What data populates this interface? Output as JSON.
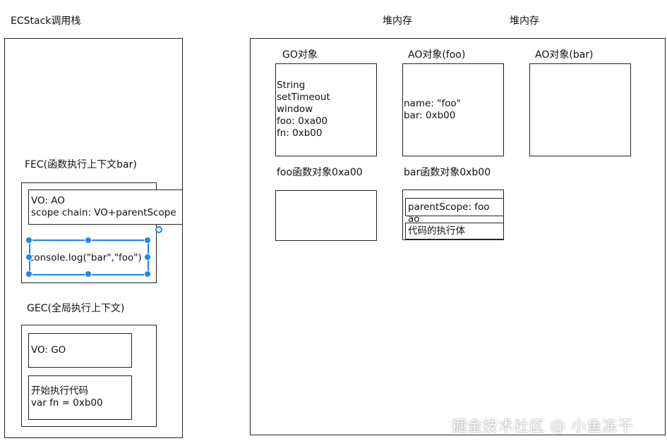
{
  "labels": {
    "ecstack": "ECStack调用栈",
    "heap1": "堆内存",
    "heap2": "堆内存",
    "go": "GO对象",
    "ao_foo": "AO对象(foo)",
    "ao_bar": "AO对象(bar)",
    "foo_fn": "foo函数对象0xa00",
    "bar_fn": "bar函数对象0xb00",
    "fec": "FEC(函数执行上下文bar)",
    "gec": "GEC(全局执行上下文)"
  },
  "go_box": {
    "content": "String\nsetTimeout\nwindow\nfoo: 0xa00\nfn: 0xb00"
  },
  "ao_foo_box": {
    "content": "name: \"foo\"\nbar: 0xb00"
  },
  "bar_fn_box": {
    "parent_scope": "parentScope: foo ao",
    "body": "代码的执行体"
  },
  "fec_box": {
    "vo_line1": "VO: AO",
    "vo_line2": "scope chain: VO+parentScope",
    "code": "console.log(\"bar\",\"foo\")"
  },
  "gec_box": {
    "vo": "VO: GO",
    "code_line1": "开始执行代码",
    "code_line2": "var fn = 0xb00"
  },
  "watermark": "掘金技术社区 @ 小鱼冻干",
  "colors": {
    "border": "#222222",
    "selection": "#1e88e5"
  }
}
